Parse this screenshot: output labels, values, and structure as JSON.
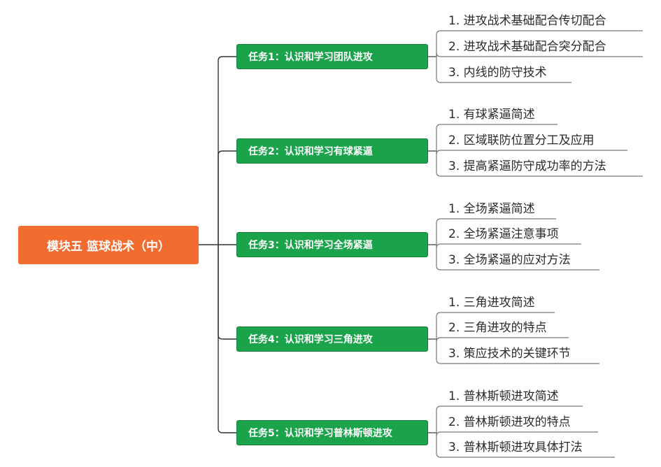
{
  "root": {
    "label": "模块五  篮球战术（中）"
  },
  "colors": {
    "root": "#f26b2f",
    "task": "#1aa34a",
    "line": "#333333",
    "underline": "#777777"
  },
  "tasks": [
    {
      "label": "任务1：认识和学习团队进攻",
      "items": [
        "1. 进攻战术基础配合传切配合",
        "2. 进攻战术基础配合突分配合",
        "3. 内线的防守技术"
      ]
    },
    {
      "label": "任务2：认识和学习有球紧逼",
      "items": [
        "1. 有球紧逼简述",
        "2. 区域联防位置分工及应用",
        "3. 提高紧逼防守成功率的方法"
      ]
    },
    {
      "label": "任务3：认识和学习全场紧逼",
      "items": [
        "1. 全场紧逼简述",
        "2. 全场紧逼注意事项",
        "3. 全场紧逼的应对方法"
      ]
    },
    {
      "label": "任务4：认识和学习三角进攻",
      "items": [
        "1. 三角进攻简述",
        "2. 三角进攻的特点",
        "3. 策应技术的关键环节"
      ]
    },
    {
      "label": "任务5：认识和学习普林斯顿进攻",
      "items": [
        "1. 普林斯顿进攻简述",
        "2. 普林斯顿进攻的特点",
        "3. 普林斯顿进攻具体打法"
      ]
    }
  ]
}
